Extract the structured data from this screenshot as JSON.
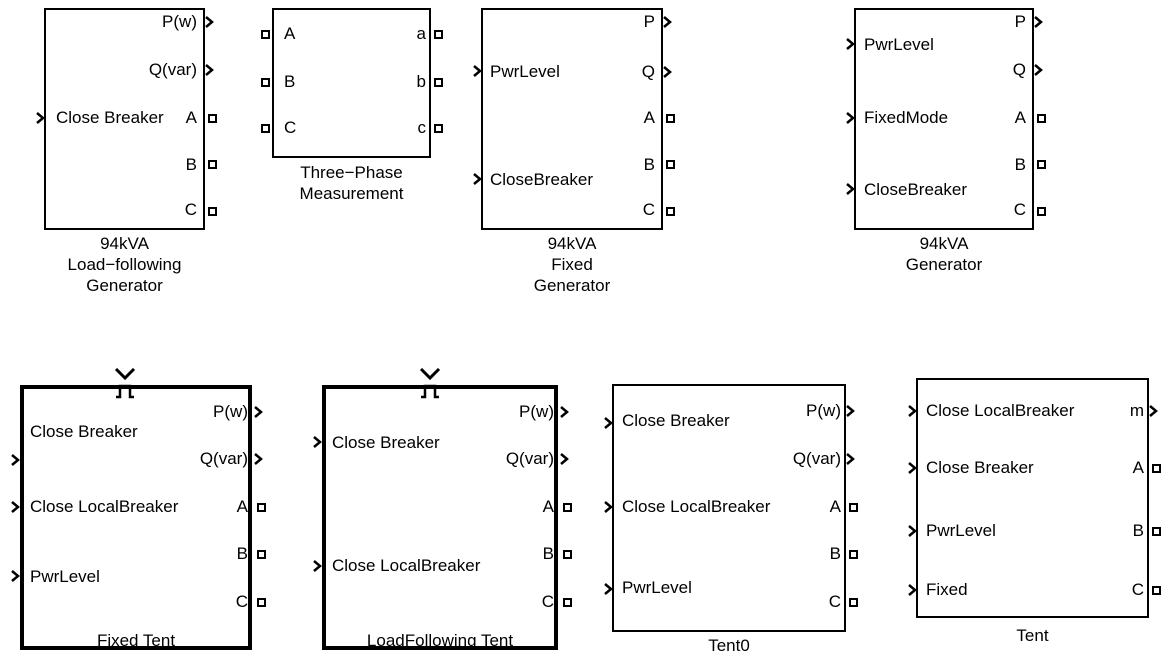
{
  "blocks": {
    "load_gen": {
      "outputs": [
        "P(w)",
        "Q(var)",
        "A",
        "B",
        "C"
      ],
      "inputs": [
        "Close Breaker"
      ],
      "caption": [
        "94kVA",
        "Load−following",
        "Generator"
      ]
    },
    "meas": {
      "left": [
        "A",
        "B",
        "C"
      ],
      "right": [
        "a",
        "b",
        "c"
      ],
      "caption": [
        "Three−Phase",
        "Measurement"
      ]
    },
    "fixed_gen": {
      "inputs": [
        "PwrLevel",
        "CloseBreaker"
      ],
      "outputs": [
        "P",
        "Q",
        "A",
        "B",
        "C"
      ],
      "caption": [
        "94kVA",
        "Fixed",
        "Generator"
      ]
    },
    "gen": {
      "inputs": [
        "PwrLevel",
        "FixedMode",
        "CloseBreaker"
      ],
      "outputs": [
        "P",
        "Q",
        "A",
        "B",
        "C"
      ],
      "caption": [
        "94kVA",
        "Generator"
      ]
    },
    "fixed_tent": {
      "inputs": [
        "Close Breaker",
        "Close LocalBreaker",
        "PwrLevel"
      ],
      "outputs": [
        "P(w)",
        "Q(var)",
        "A",
        "B",
        "C"
      ],
      "caption": [
        "Fixed Tent"
      ]
    },
    "lf_tent": {
      "inputs": [
        "Close Breaker",
        "Close LocalBreaker"
      ],
      "outputs": [
        "P(w)",
        "Q(var)",
        "A",
        "B",
        "C"
      ],
      "caption": [
        "LoadFollowing Tent"
      ]
    },
    "tent0": {
      "inputs": [
        "Close Breaker",
        "Close LocalBreaker",
        "PwrLevel"
      ],
      "outputs": [
        "P(w)",
        "Q(var)",
        "A",
        "B",
        "C"
      ],
      "caption": [
        "Tent0"
      ]
    },
    "tent": {
      "inputs": [
        "Close LocalBreaker",
        "Close Breaker",
        "PwrLevel",
        "Fixed"
      ],
      "outputs": [
        "m",
        "A",
        "B",
        "C"
      ],
      "caption": [
        "Tent"
      ]
    }
  }
}
